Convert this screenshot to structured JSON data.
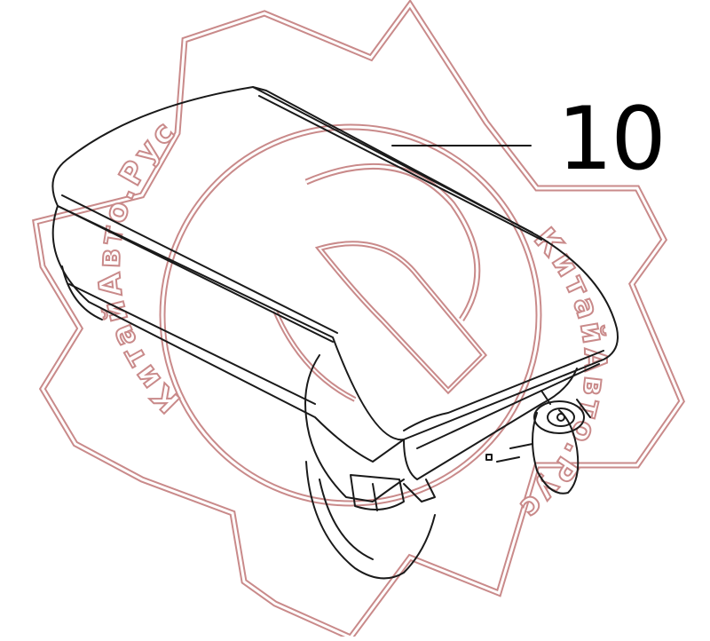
{
  "callout": {
    "label": "10"
  },
  "watermark": {
    "text": "КитайАвто.Рус",
    "icon": "gear-wrench-logo",
    "outline_color": "#c98a8a",
    "inner_color": "#ffffff"
  },
  "drawing": {
    "stroke_color": "#1a1a1a",
    "part": "part-10"
  }
}
